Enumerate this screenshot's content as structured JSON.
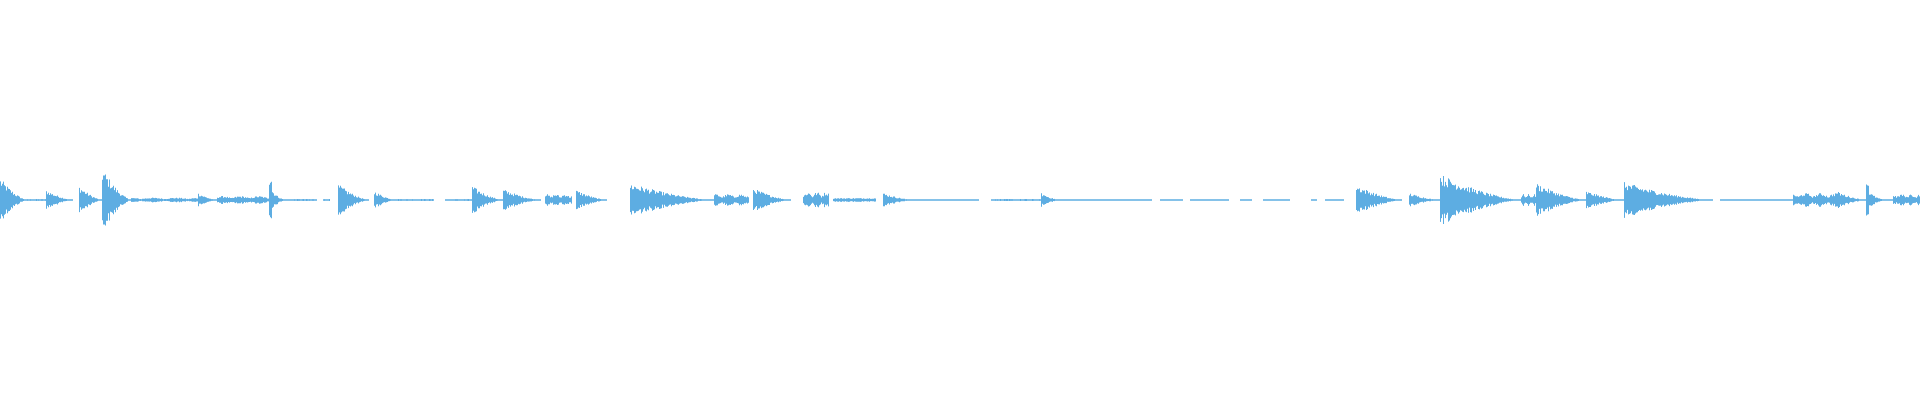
{
  "waveform": {
    "color": "#5dade2",
    "background": "#ffffff",
    "segments": [
      {
        "t0": 0.0,
        "t1": 0.014,
        "a": 0.11,
        "shape": "decay"
      },
      {
        "t0": 0.014,
        "t1": 0.024,
        "a": 0.01,
        "shape": "flat"
      },
      {
        "t0": 0.024,
        "t1": 0.038,
        "a": 0.05,
        "shape": "decay"
      },
      {
        "t0": 0.041,
        "t1": 0.053,
        "a": 0.07,
        "shape": "decay"
      },
      {
        "t0": 0.053,
        "t1": 0.068,
        "a": 0.16,
        "shape": "decay"
      },
      {
        "t0": 0.068,
        "t1": 0.103,
        "a": 0.012,
        "shape": "noise"
      },
      {
        "t0": 0.103,
        "t1": 0.113,
        "a": 0.035,
        "shape": "decay"
      },
      {
        "t0": 0.113,
        "t1": 0.14,
        "a": 0.02,
        "shape": "noise"
      },
      {
        "t0": 0.14,
        "t1": 0.152,
        "a": 0.13,
        "shape": "spike"
      },
      {
        "t0": 0.152,
        "t1": 0.165,
        "a": 0.01,
        "shape": "flat"
      },
      {
        "t0": 0.168,
        "t1": 0.172,
        "a": 0.01,
        "shape": "flat"
      },
      {
        "t0": 0.176,
        "t1": 0.192,
        "a": 0.08,
        "shape": "decay"
      },
      {
        "t0": 0.195,
        "t1": 0.206,
        "a": 0.045,
        "shape": "decay"
      },
      {
        "t0": 0.206,
        "t1": 0.226,
        "a": 0.01,
        "shape": "flat"
      },
      {
        "t0": 0.232,
        "t1": 0.246,
        "a": 0.01,
        "shape": "flat"
      },
      {
        "t0": 0.246,
        "t1": 0.262,
        "a": 0.07,
        "shape": "decay"
      },
      {
        "t0": 0.262,
        "t1": 0.282,
        "a": 0.055,
        "shape": "decay"
      },
      {
        "t0": 0.284,
        "t1": 0.298,
        "a": 0.03,
        "shape": "noise"
      },
      {
        "t0": 0.3,
        "t1": 0.316,
        "a": 0.05,
        "shape": "decay"
      },
      {
        "t0": 0.328,
        "t1": 0.372,
        "a": 0.085,
        "shape": "decay"
      },
      {
        "t0": 0.372,
        "t1": 0.39,
        "a": 0.03,
        "shape": "noise"
      },
      {
        "t0": 0.392,
        "t1": 0.412,
        "a": 0.06,
        "shape": "decay"
      },
      {
        "t0": 0.418,
        "t1": 0.432,
        "a": 0.04,
        "shape": "noise"
      },
      {
        "t0": 0.434,
        "t1": 0.456,
        "a": 0.02,
        "shape": "flat"
      },
      {
        "t0": 0.46,
        "t1": 0.476,
        "a": 0.035,
        "shape": "decay"
      },
      {
        "t0": 0.476,
        "t1": 0.51,
        "a": 0.008,
        "shape": "flat"
      },
      {
        "t0": 0.516,
        "t1": 0.545,
        "a": 0.01,
        "shape": "flat"
      },
      {
        "t0": 0.542,
        "t1": 0.552,
        "a": 0.035,
        "shape": "decay"
      },
      {
        "t0": 0.552,
        "t1": 0.6,
        "a": 0.006,
        "shape": "flat"
      },
      {
        "t0": 0.604,
        "t1": 0.616,
        "a": 0.005,
        "shape": "flat"
      },
      {
        "t0": 0.62,
        "t1": 0.64,
        "a": 0.005,
        "shape": "flat"
      },
      {
        "t0": 0.646,
        "t1": 0.652,
        "a": 0.005,
        "shape": "flat"
      },
      {
        "t0": 0.658,
        "t1": 0.672,
        "a": 0.006,
        "shape": "flat"
      },
      {
        "t0": 0.683,
        "t1": 0.686,
        "a": 0.004,
        "shape": "flat"
      },
      {
        "t0": 0.69,
        "t1": 0.7,
        "a": 0.005,
        "shape": "flat"
      },
      {
        "t0": 0.706,
        "t1": 0.73,
        "a": 0.075,
        "shape": "decay"
      },
      {
        "t0": 0.734,
        "t1": 0.75,
        "a": 0.035,
        "shape": "decay"
      },
      {
        "t0": 0.75,
        "t1": 0.792,
        "a": 0.13,
        "shape": "decay"
      },
      {
        "t0": 0.792,
        "t1": 0.8,
        "a": 0.03,
        "shape": "noise"
      },
      {
        "t0": 0.8,
        "t1": 0.826,
        "a": 0.085,
        "shape": "decay"
      },
      {
        "t0": 0.826,
        "t1": 0.846,
        "a": 0.045,
        "shape": "decay"
      },
      {
        "t0": 0.846,
        "t1": 0.892,
        "a": 0.09,
        "shape": "decay"
      },
      {
        "t0": 0.896,
        "t1": 0.934,
        "a": 0.008,
        "shape": "flat"
      },
      {
        "t0": 0.934,
        "t1": 0.956,
        "a": 0.035,
        "shape": "noise"
      },
      {
        "t0": 0.956,
        "t1": 0.972,
        "a": 0.045,
        "shape": "decay"
      },
      {
        "t0": 0.972,
        "t1": 0.986,
        "a": 0.1,
        "shape": "spike"
      },
      {
        "t0": 0.986,
        "t1": 1.0,
        "a": 0.03,
        "shape": "noise"
      }
    ]
  }
}
